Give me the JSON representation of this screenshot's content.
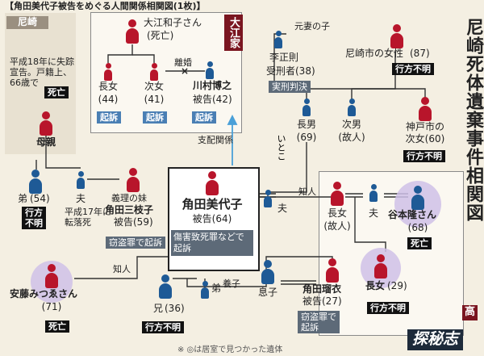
{
  "header": {
    "title": "【角田美代子被告をめぐる人間関係相関図(1枚)】"
  },
  "side_title": "尼崎死体遺棄事件相関図",
  "regions": {
    "amagasaki": "尼崎",
    "oe": "大江家",
    "taka": "高"
  },
  "watermark": "探秘志",
  "footer_note": "※  ◎は居室で見つかった遺体",
  "colors": {
    "female": "#b8152b",
    "male": "#1e5a96",
    "dead_badge": "#111111",
    "status_badge": "#5d6a78",
    "charged_badge": "#4a7fb4",
    "halo": "#cfc1e8",
    "highlight": "#7a1520",
    "accent_line": "#4aa0d8"
  },
  "people": {
    "oe_kazuko": {
      "name": "大江和子さん",
      "sub": "(死亡)",
      "icon": "female-person-icon"
    },
    "oe_eldest": {
      "name": "長女",
      "sub": "(44)",
      "icon": "female-person-icon"
    },
    "oe_second": {
      "name": "次女",
      "sub": "(41)",
      "icon": "female-person-icon"
    },
    "kawamura": {
      "name": "川村博之",
      "sub": "被告(42)",
      "icon": "male-person-icon"
    },
    "lee": {
      "name": "李正則",
      "sub": "受刑者(38)",
      "icon": "male-person-icon"
    },
    "amagasaki_woman": {
      "name": "尼崎市の女性",
      "sub": "(87)",
      "icon": "female-person-icon"
    },
    "eldest_son": {
      "name": "長男",
      "sub": "(69)",
      "icon": "male-person-icon"
    },
    "second_son": {
      "name": "次男",
      "sub": "(故人)",
      "icon": "male-person-icon"
    },
    "kobe_daughter": {
      "name": "神戸市の",
      "sub": "次女(60)",
      "icon": "female-person-icon"
    },
    "mother": {
      "name": "母親",
      "icon": "female-person-icon"
    },
    "brother": {
      "name": "弟",
      "sub": "(54)",
      "icon": "male-person-icon"
    },
    "husband_left": {
      "name": "夫",
      "note": "平成17年に\n転落死",
      "icon": "male-person-icon"
    },
    "mikie": {
      "pre": "義理の妹",
      "name": "角田三枝子",
      "sub": "被告(59)",
      "icon": "female-person-icon"
    },
    "miyoko": {
      "name": "角田美代子",
      "sub": "被告(64)",
      "icon": "female-person-icon"
    },
    "husband_center": {
      "name": "夫",
      "icon": "male-person-icon"
    },
    "taka_eldest": {
      "name": "長女",
      "sub": "(故人)",
      "icon": "female-person-icon"
    },
    "taka_husband": {
      "name": "夫",
      "icon": "male-person-icon"
    },
    "tanimoto": {
      "name": "谷本隆さん",
      "sub": "(68)",
      "icon": "male-person-icon"
    },
    "taka_daughter": {
      "name": "長女",
      "sub": "(29)",
      "icon": "female-person-icon"
    },
    "ando": {
      "name": "安藤みつゑさん",
      "sub": "(71)",
      "icon": "female-person-icon"
    },
    "older_brother": {
      "name": "兄",
      "sub": "(36)",
      "icon": "male-person-icon"
    },
    "younger_brother": {
      "name": "弟",
      "icon": "male-person-icon"
    },
    "son": {
      "name": "息子",
      "icon": "male-person-icon"
    },
    "ruri": {
      "name": "角田瑠衣",
      "sub": "被告(27)",
      "icon": "female-person-icon"
    }
  },
  "badges": {
    "eldest_charged": "起訴",
    "second_charged": "起訴",
    "kawamura_charged": "起訴",
    "lee_sentenced": "実刑判決",
    "amagasaki_missing": "行方不明",
    "kobe_missing": "行方不明",
    "missing_notice": "平成18年に失踪\n宣告。戸籍上、\n66歳で",
    "missing_notice_dead": "死亡",
    "brother_missing": "行方\n不明",
    "mikie_charged": "窃盗罪で起訴",
    "miyoko_charged": "傷害致死罪などで起訴",
    "tanimoto_dead": "死亡",
    "taka_daughter_missing": "行方不明",
    "ando_dead": "死亡",
    "older_brother_missing": "行方不明",
    "ruri_charged": "窃盗罪で\n起訴"
  },
  "relations": {
    "divorce": "離婚",
    "control": "支配関係",
    "ex_wife_child": "元妻の子",
    "cousin": "いとこ",
    "acquaintance_right": "知人",
    "acquaintance_left": "知人",
    "adopted": "養子"
  }
}
